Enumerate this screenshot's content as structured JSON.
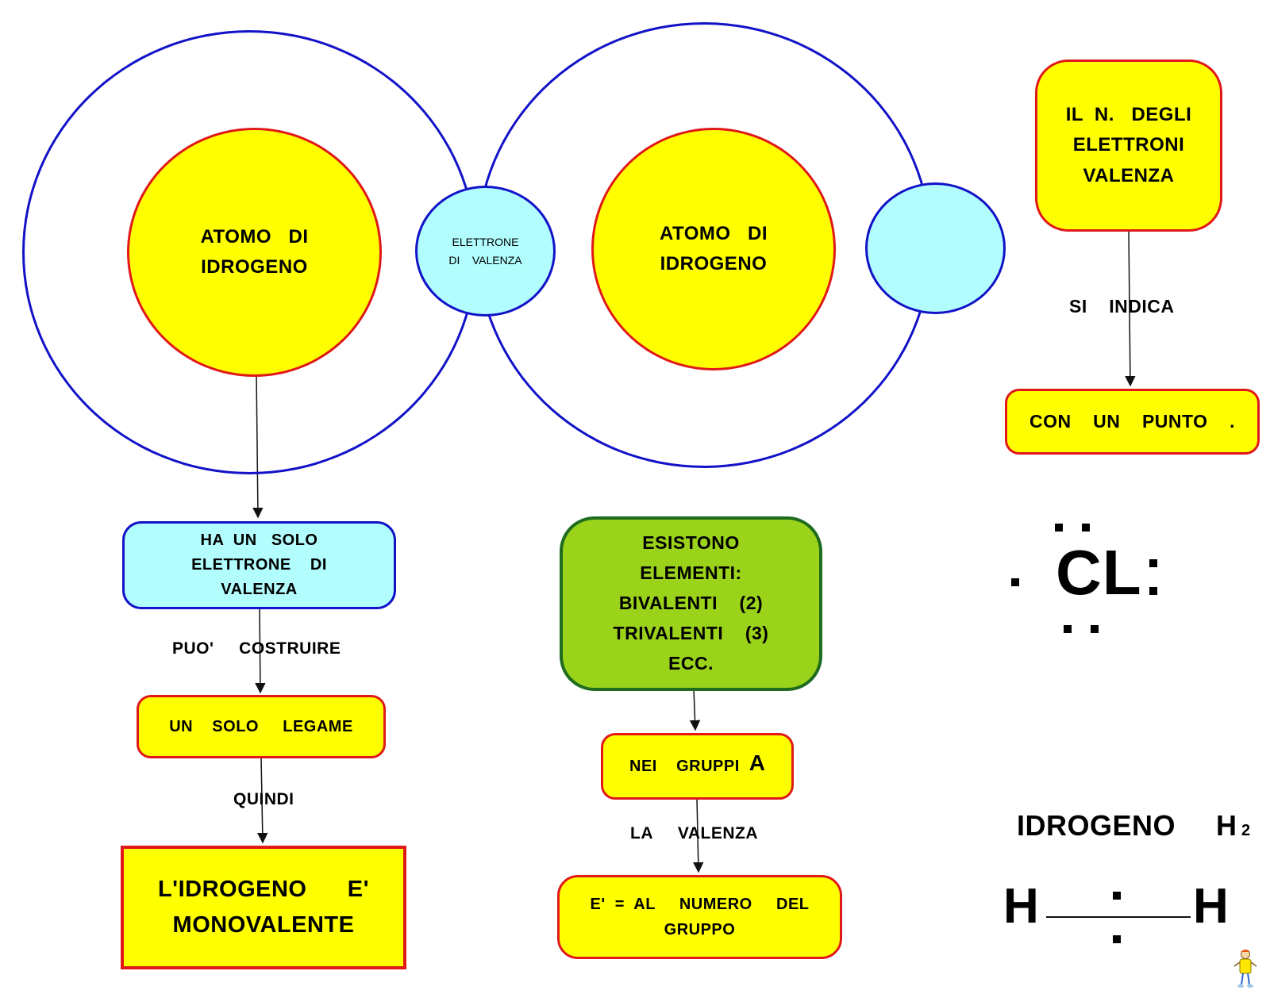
{
  "atoms": {
    "left_label": "ATOMO   DI\nIDROGENO",
    "right_label": "ATOMO   DI\nIDROGENO",
    "shared_electron_label": "ELETTRONE\nDI    VALENZA"
  },
  "left_chain": {
    "node1": "HA  UN   SOLO\nELETTRONE    DI\nVALENZA",
    "link1": "PUO'     COSTRUIRE",
    "node2": "UN    SOLO     LEGAME",
    "link2": "QUINDI",
    "node3": "L'IDROGENO      E'\nMONOVALENTE"
  },
  "middle_chain": {
    "node1": "ESISTONO\nELEMENTI:\nBIVALENTI    (2)\nTRIVALENTI    (3)\nECC.",
    "node2_text": "NEI    GRUPPI",
    "node2_letter": "A",
    "link1": "LA     VALENZA",
    "node3": "E'  =  AL     NUMERO     DEL\nGRUPPO"
  },
  "right_chain": {
    "node1": "IL  N.   DEGLI\nELETTRONI\nVALENZA",
    "link1": "SI    INDICA",
    "node2": "CON    UN    PUNTO    ."
  },
  "lewis_cl": {
    "symbol": "CL"
  },
  "hydrogen_formula": {
    "name": "IDROGENO",
    "formula": "H",
    "subscript": "2",
    "atom_left": "H",
    "atom_right": "H"
  },
  "colors": {
    "orbit": "#1212c8",
    "atom_fill": "#ffff00",
    "atom_border": "#e01818",
    "electron_fill": "#b2fefe",
    "green_fill": "#9bd31a"
  }
}
